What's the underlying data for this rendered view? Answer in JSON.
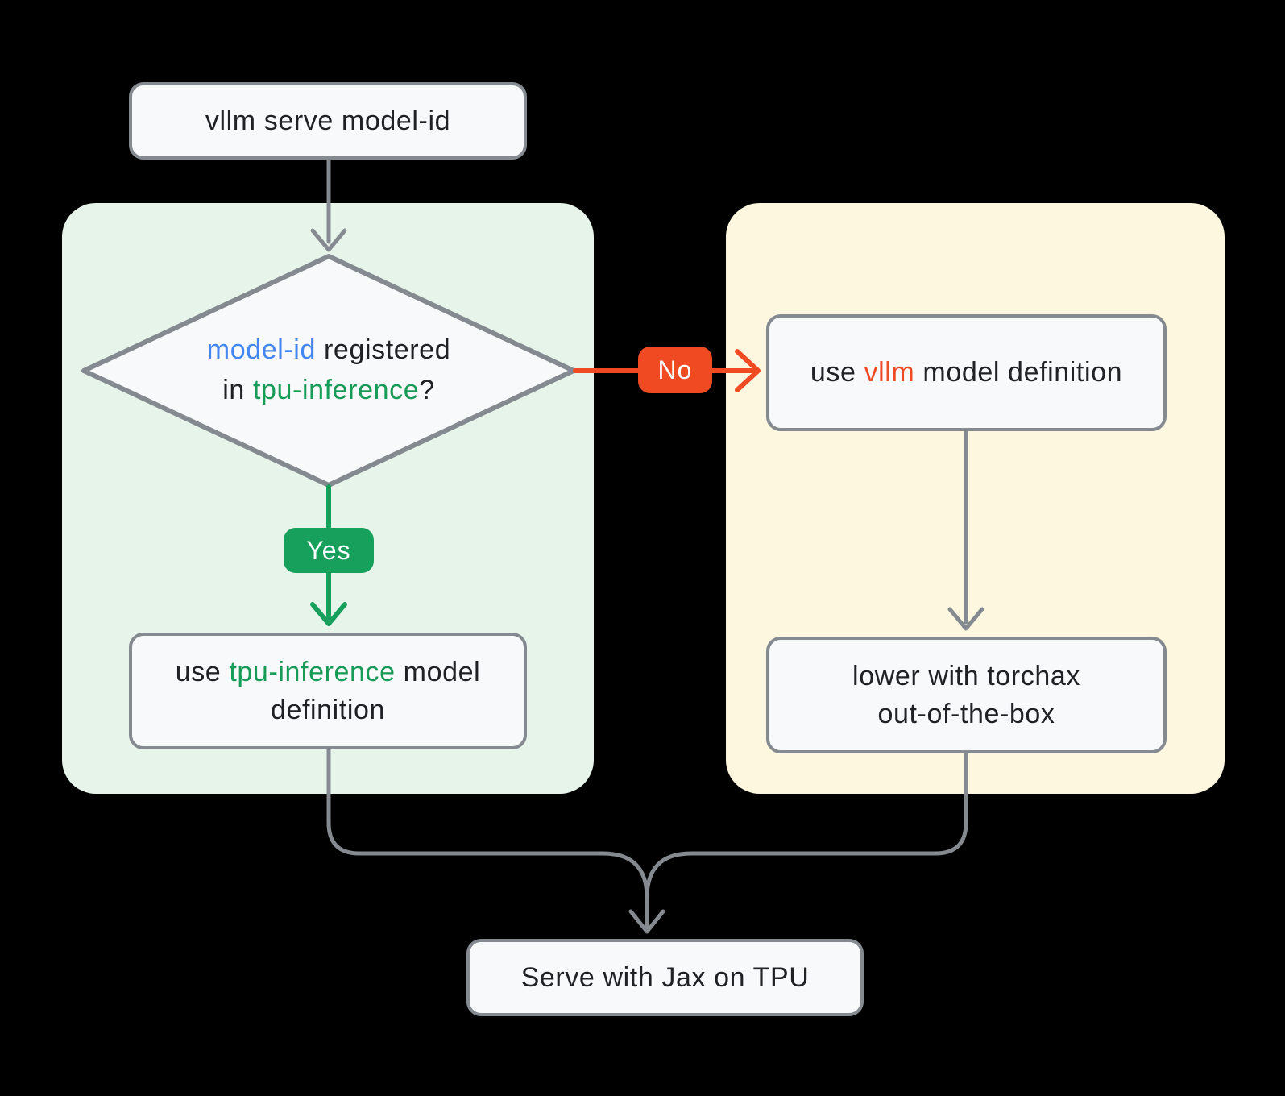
{
  "nodes": {
    "start": {
      "label": "vllm serve model-id"
    },
    "decision": {
      "line1": {
        "keyword": "model-id",
        "rest": " registered"
      },
      "line2": {
        "pre": "in ",
        "keyword": "tpu-inference",
        "rest": "?"
      }
    },
    "use_tpu_inference": {
      "line1": {
        "pre": "use ",
        "keyword": "tpu-inference",
        "rest": " model"
      },
      "line2": "definition"
    },
    "use_vllm": {
      "pre": "use ",
      "keyword": "vllm",
      "rest": " model definition"
    },
    "lower_torchax": {
      "line1": "lower with torchax",
      "line2": "out-of-the-box"
    },
    "serve": {
      "label": "Serve with Jax on TPU"
    }
  },
  "edges": {
    "yes_label": "Yes",
    "no_label": "No"
  },
  "colors": {
    "background": "#000000",
    "panel_green": "#E6F4EA",
    "panel_yellow": "#FEF7E0",
    "node_fill": "#F8F9FA",
    "node_border": "#848A90",
    "connector_gray": "#848A90",
    "text_dark": "#202124",
    "keyword_blue": "#4285F4",
    "keyword_green": "#179C57",
    "accent_green": "#17A05C",
    "accent_orange": "#F04A23",
    "badge_text": "#FFFFFF"
  }
}
